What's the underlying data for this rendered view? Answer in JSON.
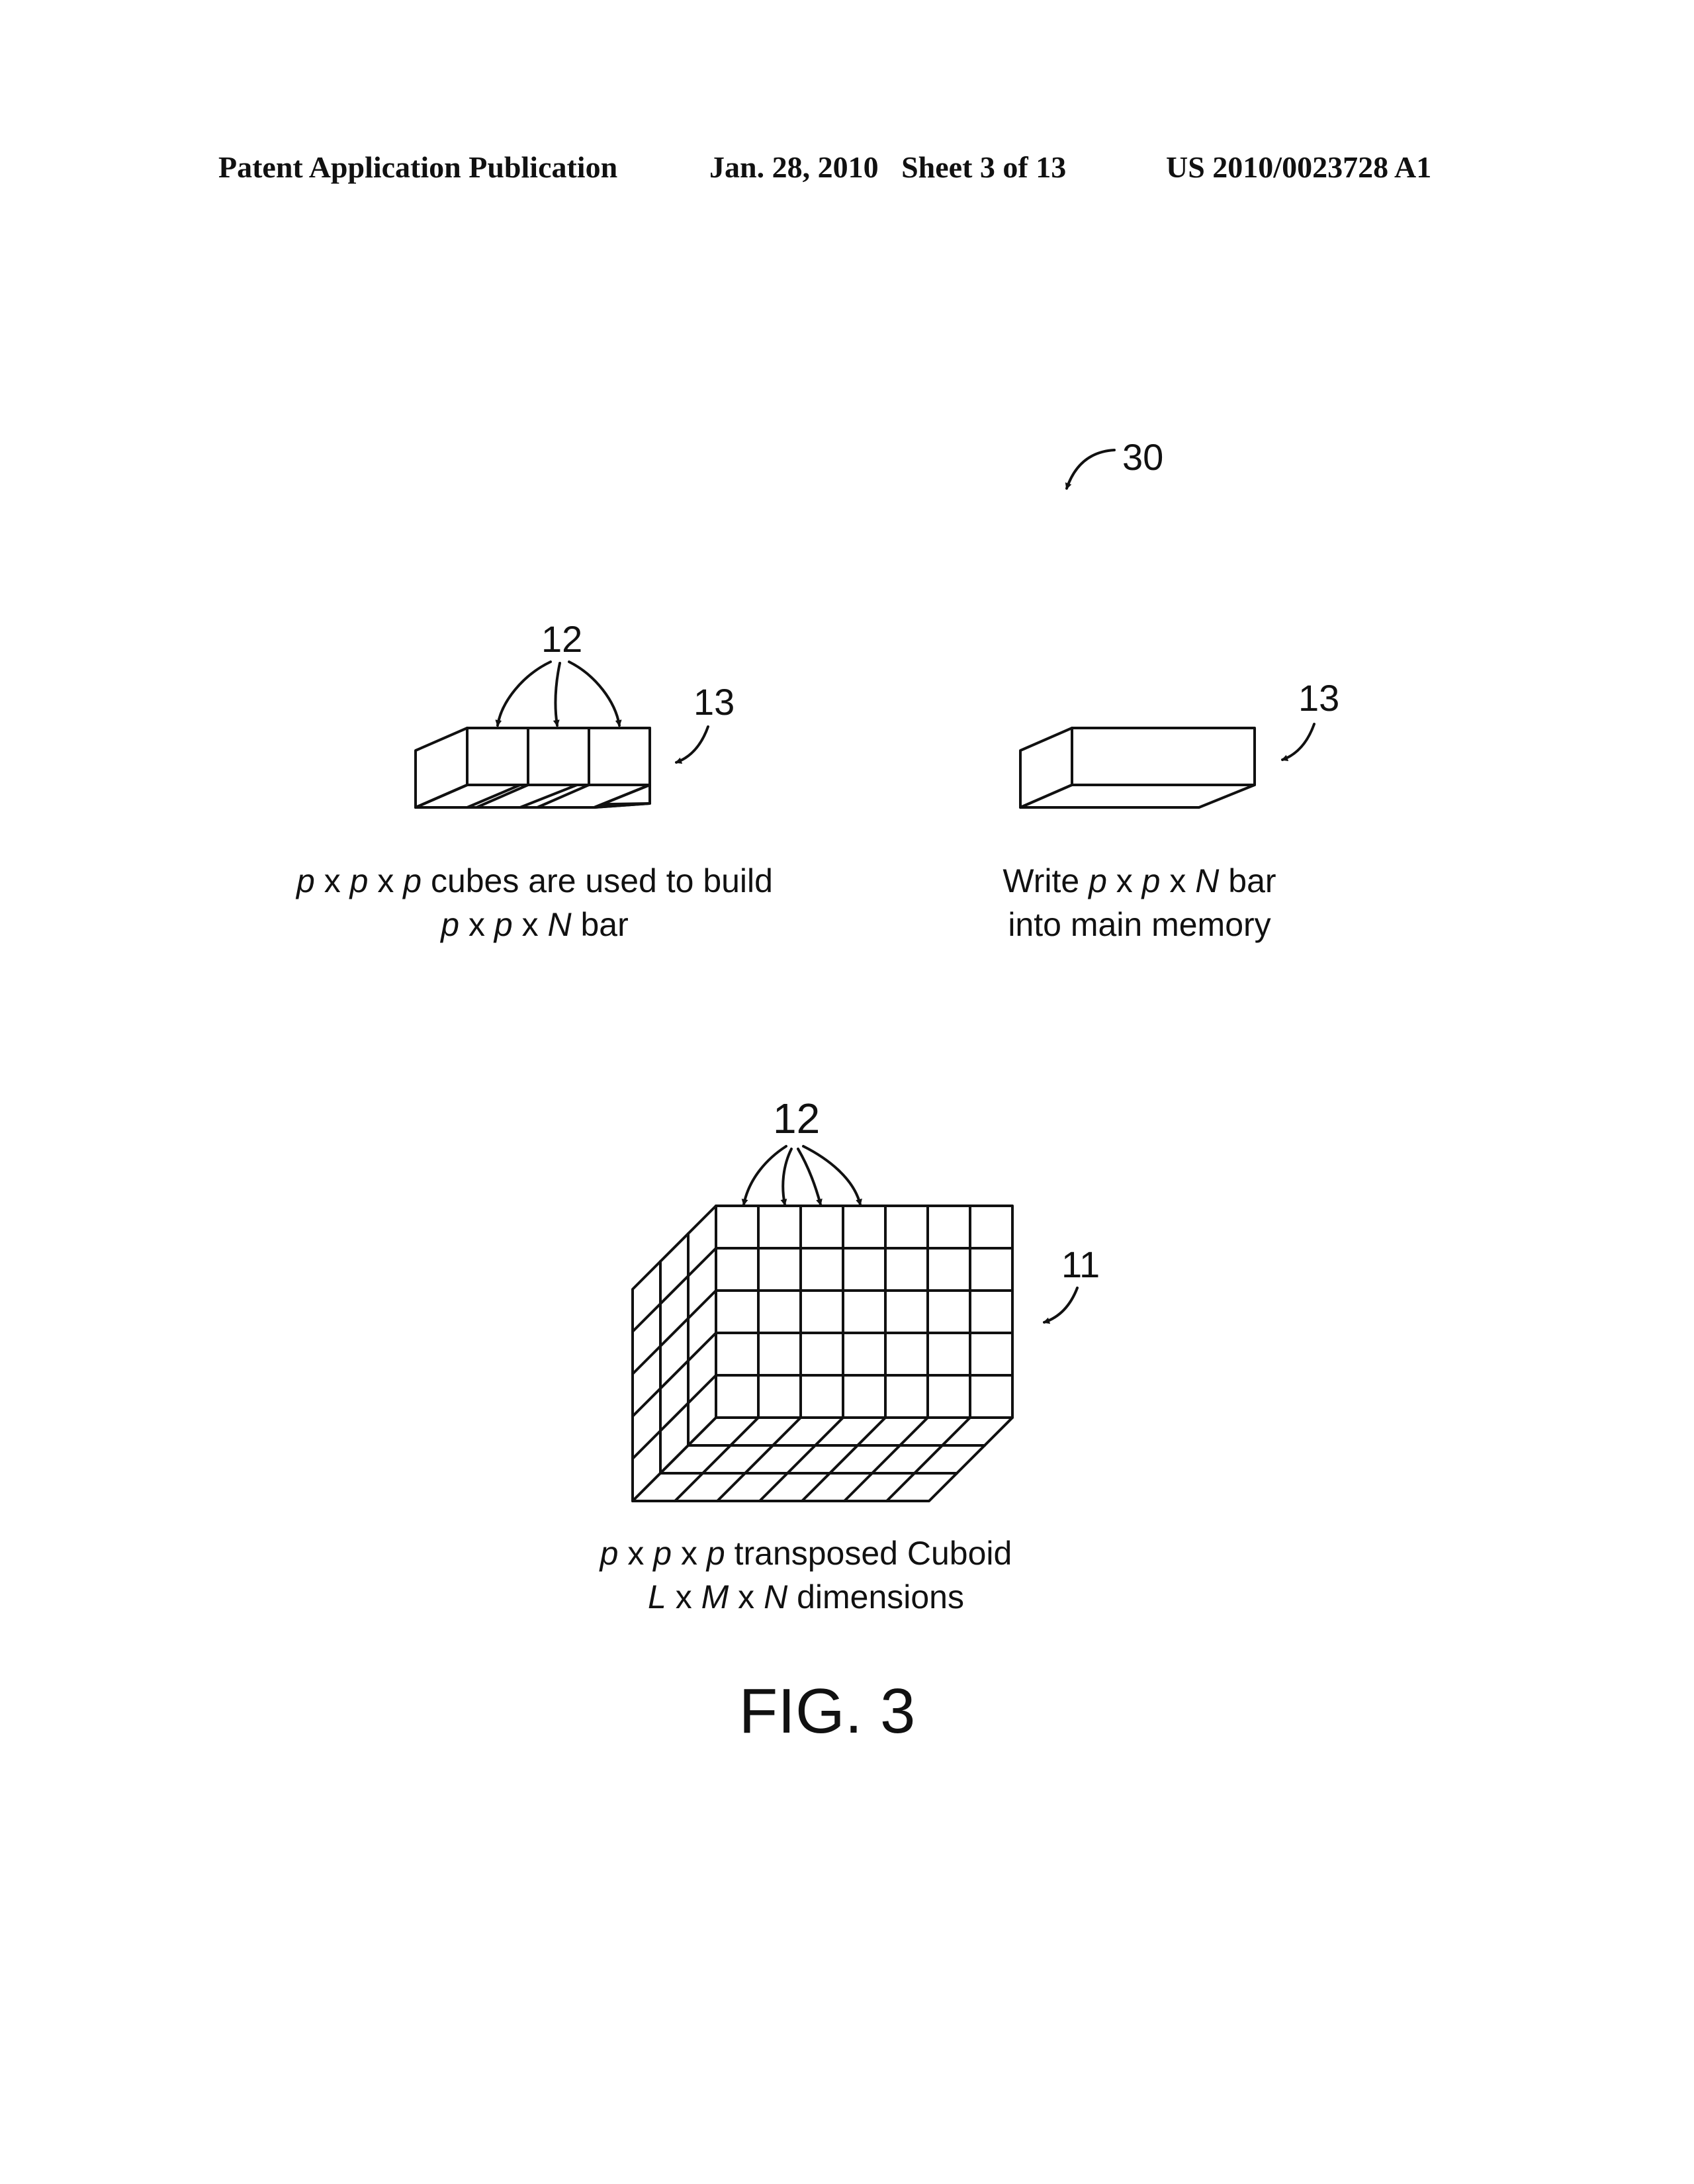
{
  "header": {
    "publication": "Patent Application Publication",
    "date_sheet": "Jan. 28, 2010   Sheet 3 of 13",
    "patent_number": "US 2010/0023728 A1"
  },
  "refs": {
    "figure_ref": "30",
    "cube_ref_top": "12",
    "bar_ref_left": "13",
    "bar_ref_right": "13",
    "cube_ref_bottom": "12",
    "cuboid_ref": "11"
  },
  "captions": {
    "left": {
      "line1": {
        "v1": "p",
        "s1": " x ",
        "v2": "p",
        "s2": " x ",
        "v3": "p",
        "rest": " cubes are used to build"
      },
      "line2": {
        "v1": "p",
        "s1": " x ",
        "v2": "p",
        "s2": " x ",
        "v3": "N",
        "rest": " bar"
      }
    },
    "right": {
      "line1": {
        "pre": "Write ",
        "v1": "p",
        "s1": " x ",
        "v2": "p",
        "s2": " x ",
        "v3": "N",
        "rest": " bar"
      },
      "line2": {
        "text": "into main memory"
      }
    },
    "bottom": {
      "line1": {
        "v1": "p",
        "s1": " x ",
        "v2": "p",
        "s2": " x ",
        "v3": "p",
        "rest": " transposed Cuboid"
      },
      "line2": {
        "v1": "L",
        "s1": " x ",
        "v2": "M",
        "s2": " x ",
        "v3": "N",
        "rest": " dimensions"
      }
    }
  },
  "figure_label": "FIG. 3"
}
